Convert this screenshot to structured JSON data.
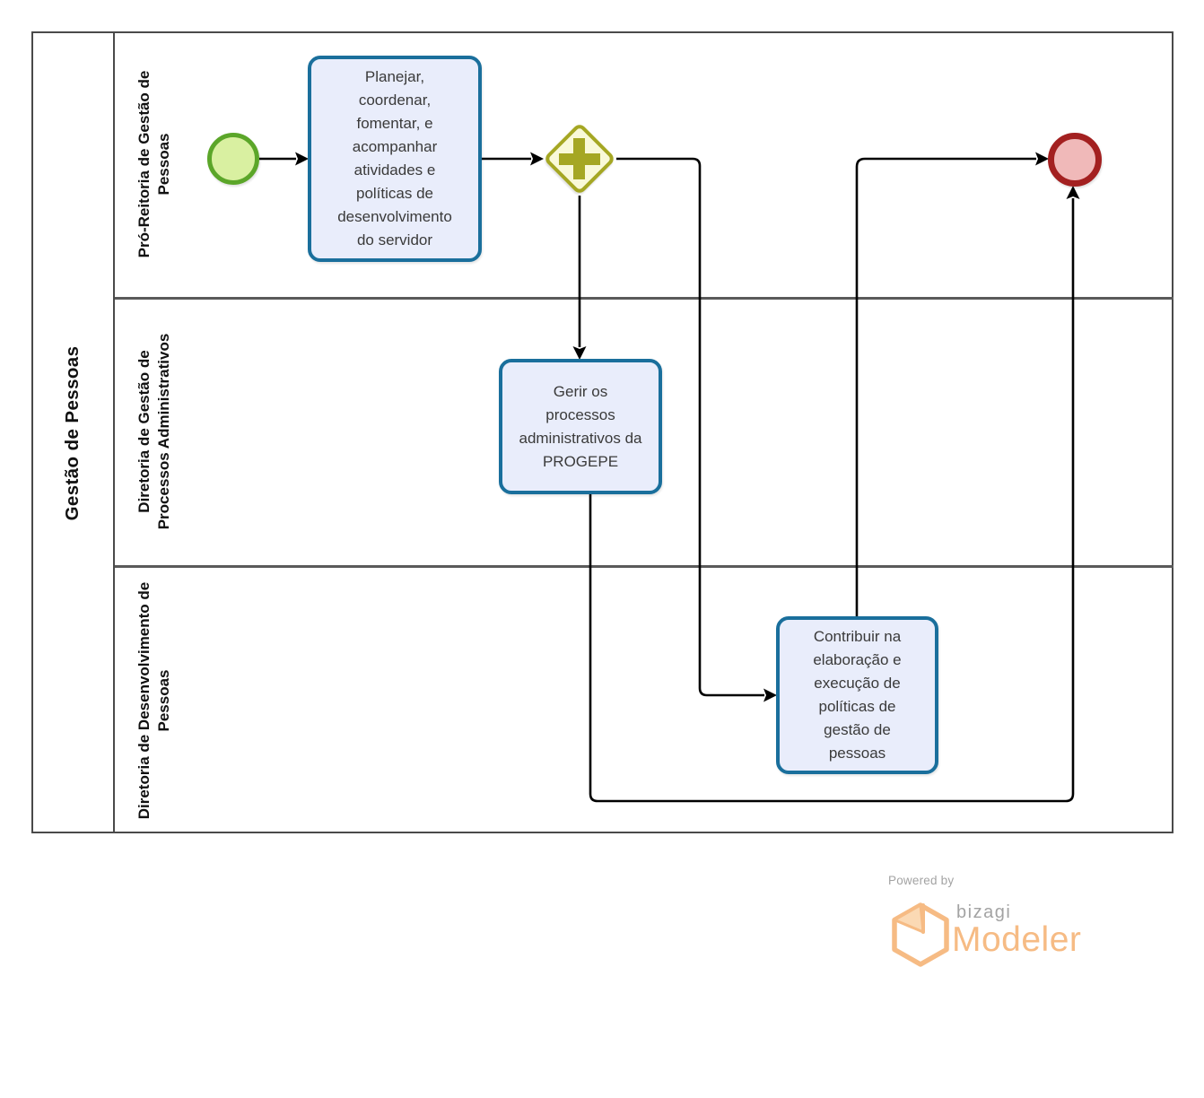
{
  "colors": {
    "pool_border": "#4a4a4a",
    "lane_divider": "#5a5a5a",
    "task_fill": "#e9edfb",
    "task_border": "#1a6f9c",
    "gateway_fill": "#f9f9d8",
    "gateway_border": "#a5a723",
    "start_fill": "#d9f0a1",
    "start_border": "#5ba629",
    "end_fill": "#f0b9b9",
    "end_border": "#a32020",
    "flow_color": "#000000",
    "logo_orange": "#f6bb84",
    "logo_gray": "#a3a3a3"
  },
  "pool": {
    "label": "Gestão de Pessoas"
  },
  "lanes": [
    {
      "label": "Pró-Reitoria de Gestão de Pessoas"
    },
    {
      "label": "Diretoria de Gestão de Processos Administrativos"
    },
    {
      "label": "Diretoria de Desenvolvimento de Pessoas"
    }
  ],
  "nodes": {
    "start": {
      "type": "start-event"
    },
    "task1": {
      "label": "Planejar, coordenar, fomentar, e acompanhar atividades e políticas de desenvolvimento do servidor"
    },
    "gateway": {
      "type": "parallel-gateway"
    },
    "task2": {
      "label": "Gerir os processos administrativos da PROGEPE"
    },
    "task3": {
      "label": "Contribuir na elaboração e execução de políticas de gestão de pessoas"
    },
    "end": {
      "type": "end-event"
    }
  },
  "footer": {
    "powered_by": "Powered by",
    "brand": "bizagi",
    "product": "Modeler"
  }
}
